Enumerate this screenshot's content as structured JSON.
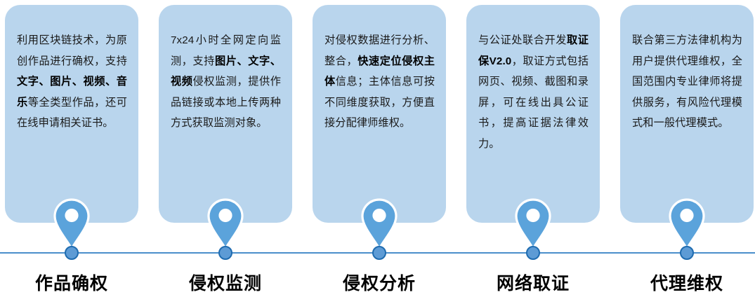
{
  "theme": {
    "card_background": "#b9d5ed",
    "pin_color": "#5ba3db",
    "pin_outline": "#ffffff",
    "timeline_line_color": "#4a8fcb",
    "timeline_dot_fill": "#5d9bd5",
    "timeline_dot_ring": "#1f6cb0",
    "label_color": "#000000",
    "body_text_color": "#1a1a1a",
    "page_background": "#ffffff"
  },
  "stages": [
    {
      "label": "作品确权",
      "marker_icon": "map-pin-icon",
      "body_runs": [
        {
          "text": "利用区块链技术，为原创作品进行确权，支持",
          "bold": false
        },
        {
          "text": "文字、图片、视频、音乐",
          "bold": true
        },
        {
          "text": "等全类型作品，还可在线申请相关证书。",
          "bold": false
        }
      ]
    },
    {
      "label": "侵权监测",
      "marker_icon": "map-pin-icon",
      "body_runs": [
        {
          "text": "7x24小时全网定向监测，支持",
          "bold": false
        },
        {
          "text": "图片、文字、视频",
          "bold": true
        },
        {
          "text": "侵权监测，提供作品链接或本地上传两种方式获取监测对象。",
          "bold": false
        }
      ]
    },
    {
      "label": "侵权分析",
      "marker_icon": "map-pin-icon",
      "body_runs": [
        {
          "text": "对侵权数据进行分析、整合，",
          "bold": false
        },
        {
          "text": "快速定位侵权主体",
          "bold": true
        },
        {
          "text": "信息；主体信息可按不同维度获取，方便直接分配律师维权。",
          "bold": false
        }
      ]
    },
    {
      "label": "网络取证",
      "marker_icon": "map-pin-icon",
      "body_runs": [
        {
          "text": "与公证处联合开发",
          "bold": false
        },
        {
          "text": "取证保V2.0",
          "bold": true
        },
        {
          "text": "，取证方式包括网页、视频、截图和录屏，可在线出具公证书，提高证据法律效力。",
          "bold": false
        }
      ]
    },
    {
      "label": "代理维权",
      "marker_icon": "map-pin-icon",
      "body_runs": [
        {
          "text": "联合第三方法律机构为用户提供代理维权，全国范围内专业律师将提供服务，有风险代理模式和一般代理模式。",
          "bold": false
        }
      ]
    }
  ]
}
